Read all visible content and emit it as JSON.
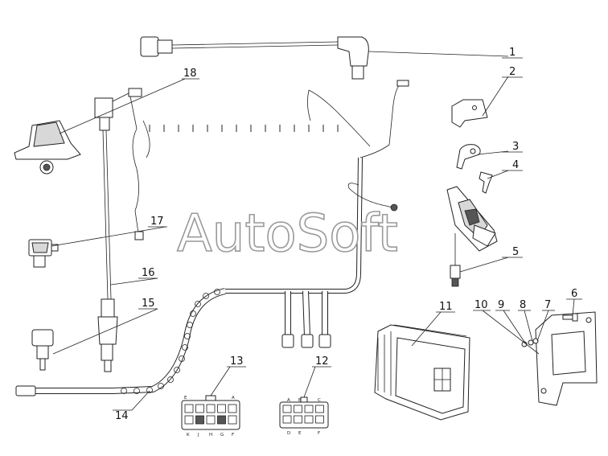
{
  "watermark": "AutoSoft",
  "callouts": [
    {
      "id": "c1",
      "text": "1"
    },
    {
      "id": "c2",
      "text": "2"
    },
    {
      "id": "c3",
      "text": "3"
    },
    {
      "id": "c4",
      "text": "4"
    },
    {
      "id": "c5",
      "text": "5"
    },
    {
      "id": "c6",
      "text": "6"
    },
    {
      "id": "c7",
      "text": "7"
    },
    {
      "id": "c8",
      "text": "8"
    },
    {
      "id": "c9",
      "text": "9"
    },
    {
      "id": "c10",
      "text": "10"
    },
    {
      "id": "c11",
      "text": "11"
    },
    {
      "id": "c12",
      "text": "12"
    },
    {
      "id": "c13",
      "text": "13"
    },
    {
      "id": "c14",
      "text": "14"
    },
    {
      "id": "c15",
      "text": "15"
    },
    {
      "id": "c16",
      "text": "16"
    },
    {
      "id": "c17",
      "text": "17"
    },
    {
      "id": "c18",
      "text": "18"
    }
  ],
  "connector13": {
    "top_left": "E",
    "top_right": "A",
    "bottom": [
      "K",
      "J",
      "H",
      "G",
      "F"
    ]
  },
  "connector12": {
    "top": [
      "A",
      "B",
      "C"
    ],
    "bottom": [
      "D",
      "E",
      "F"
    ]
  }
}
